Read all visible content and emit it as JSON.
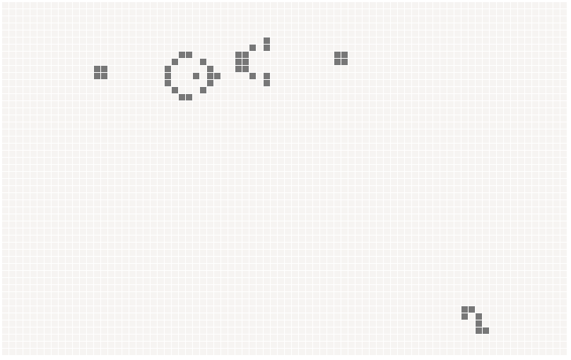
{
  "grid": {
    "cols": 80,
    "rows": 50,
    "colors": {
      "dead": "#f6f4f2",
      "alive": "#777777",
      "gridline": "#ffffff"
    },
    "live_cells": [
      [
        13,
        9
      ],
      [
        14,
        9
      ],
      [
        13,
        10
      ],
      [
        14,
        10
      ],
      [
        25,
        7
      ],
      [
        26,
        7
      ],
      [
        24,
        8
      ],
      [
        28,
        8
      ],
      [
        23,
        9
      ],
      [
        29,
        9
      ],
      [
        23,
        10
      ],
      [
        27,
        10
      ],
      [
        29,
        10
      ],
      [
        30,
        10
      ],
      [
        23,
        11
      ],
      [
        29,
        11
      ],
      [
        24,
        12
      ],
      [
        28,
        12
      ],
      [
        25,
        13
      ],
      [
        26,
        13
      ],
      [
        37,
        5
      ],
      [
        37,
        6
      ],
      [
        35,
        6
      ],
      [
        33,
        7
      ],
      [
        34,
        7
      ],
      [
        33,
        8
      ],
      [
        34,
        8
      ],
      [
        33,
        9
      ],
      [
        34,
        9
      ],
      [
        35,
        10
      ],
      [
        37,
        10
      ],
      [
        37,
        11
      ],
      [
        47,
        7
      ],
      [
        48,
        7
      ],
      [
        47,
        8
      ],
      [
        48,
        8
      ],
      [
        65,
        43
      ],
      [
        66,
        43
      ],
      [
        65,
        44
      ],
      [
        67,
        44
      ],
      [
        67,
        45
      ],
      [
        67,
        46
      ],
      [
        68,
        46
      ]
    ]
  }
}
